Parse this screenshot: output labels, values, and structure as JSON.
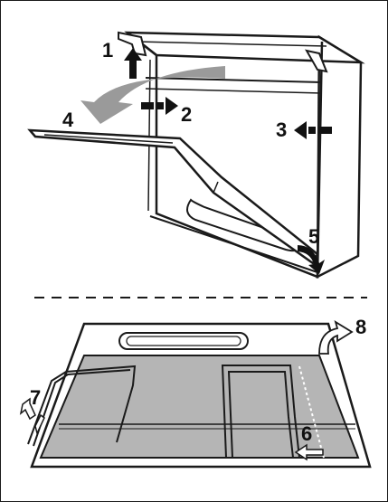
{
  "colors": {
    "line": "#1a1a1a",
    "tray_fill": "#b5b5b5",
    "arrow_gray": "#9a9a9a",
    "dark_arrow": "#111111"
  },
  "steps": {
    "s1": "1",
    "s2": "2",
    "s3": "3",
    "s4": "4",
    "s5": "5",
    "s6": "6",
    "s7": "7",
    "s8": "8"
  }
}
